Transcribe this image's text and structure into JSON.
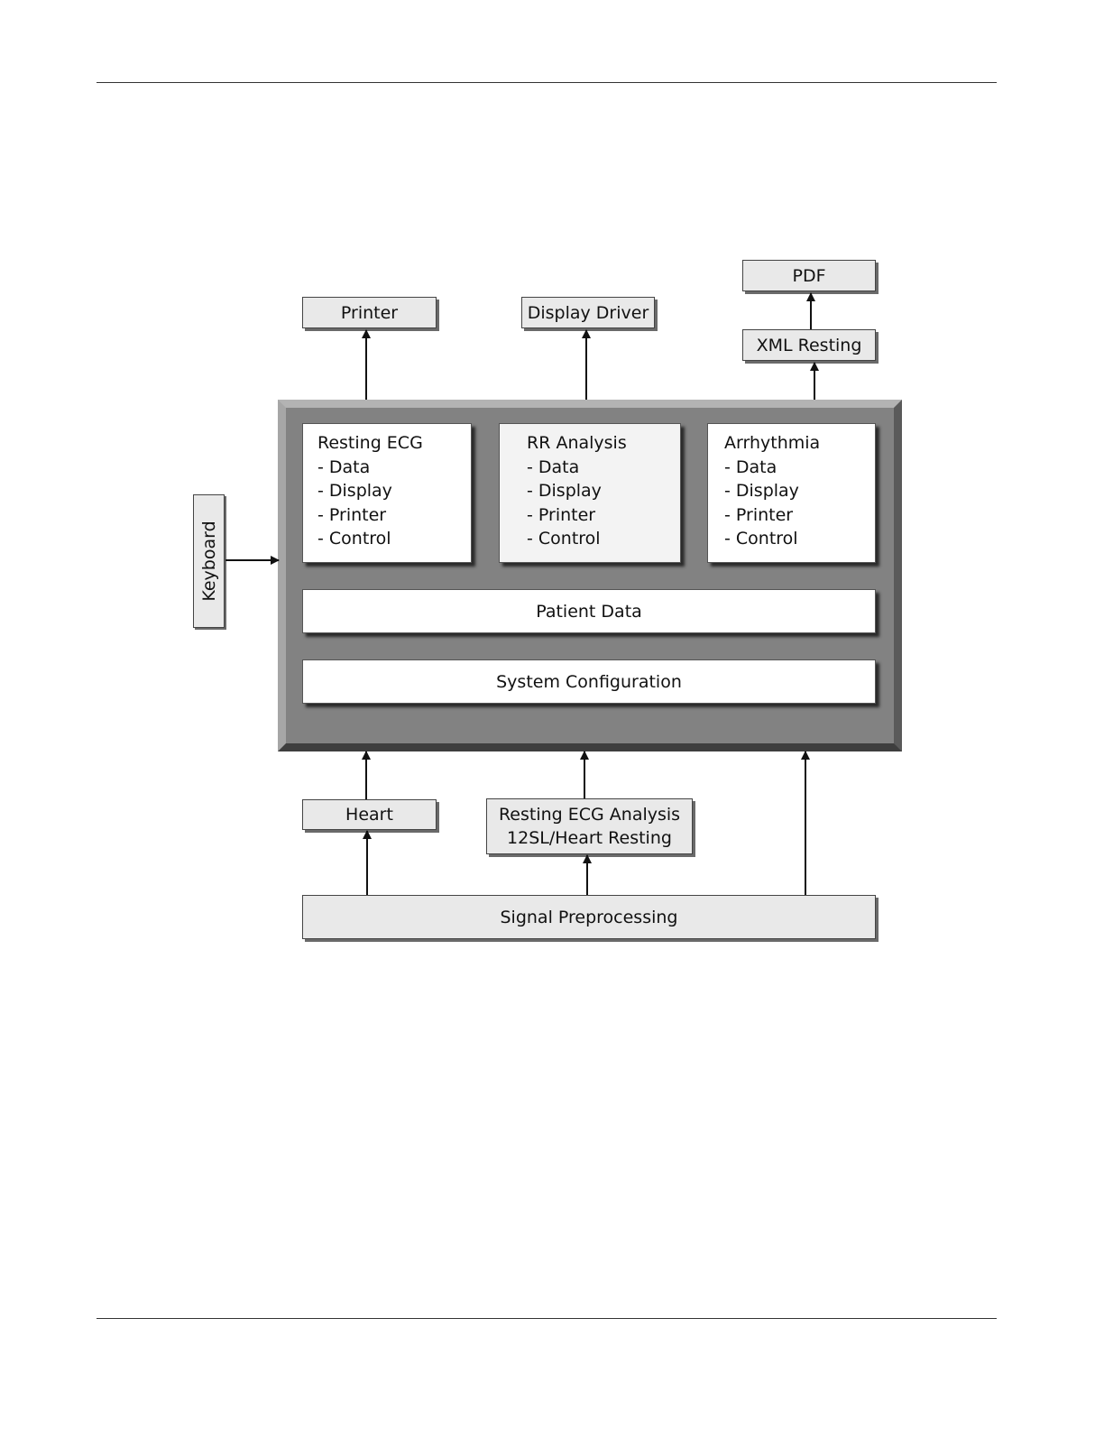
{
  "diagram": {
    "outputs": {
      "printer": "Printer",
      "display_driver": "Display Driver",
      "xml_resting": "XML Resting",
      "pdf": "PDF"
    },
    "inputs": {
      "keyboard": "Keyboard",
      "heart": "Heart",
      "resting_ecg_analysis_line1": "Resting ECG Analysis",
      "resting_ecg_analysis_line2": "12SL/Heart Resting",
      "signal_preprocessing": "Signal Preprocessing"
    },
    "modules": [
      {
        "title": "Resting ECG",
        "items": [
          "- Data",
          "- Display",
          "- Printer",
          "- Control"
        ]
      },
      {
        "title": "RR Analysis",
        "items": [
          "- Data",
          "- Display",
          "- Printer",
          "- Control"
        ]
      },
      {
        "title": "Arrhythmia",
        "items": [
          "- Data",
          "- Display",
          "- Printer",
          "- Control"
        ]
      }
    ],
    "patient_data": "Patient Data",
    "system_configuration": "System Configuration"
  }
}
